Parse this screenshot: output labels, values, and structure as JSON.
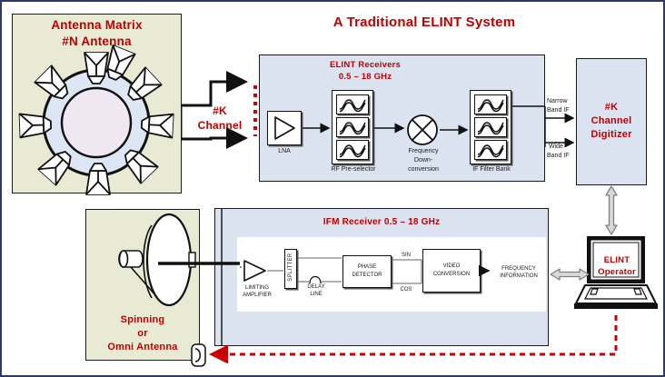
{
  "diagram": {
    "title": "A Traditional ELINT System",
    "accent_color": "#c00000",
    "panel_olive": "#e8ead3",
    "panel_blue": "#dce3f0",
    "border_color": "#2b3a67"
  },
  "antenna_matrix": {
    "title_line1": "Antenna Matrix",
    "title_line2": "#N Antenna",
    "horn_count": 9
  },
  "channel_link": {
    "label_line1": "#K",
    "label_line2": "Channel"
  },
  "elint_receivers": {
    "title_line1": "ELINT Receivers",
    "title_line2": "0.5 – 18 GHz",
    "lna_label": "LNA",
    "rf_preselector_label": "RF Pre-selector",
    "mixer_label_line1": "Frequency",
    "mixer_label_line2": "Down-",
    "mixer_label_line3": "conversion",
    "if_filter_bank_label": "IF Filter Bank",
    "filter_count": 3,
    "if_filter_count": 3
  },
  "if_outputs": {
    "narrow_line1": "Narrow",
    "narrow_line2": "Band IF",
    "wide_line1": "Wide",
    "wide_line2": "Band IF"
  },
  "digitizer": {
    "line1": "#K",
    "line2": "Channel",
    "line3": "Digitizer"
  },
  "ifm_receiver": {
    "title": "IFM Receiver 0.5 – 18 GHz",
    "limiting_amplifier_line1": "LIMITING",
    "limiting_amplifier_line2": "AMPLIFIER",
    "splitter_label": "SPLITTER",
    "delay_line_line1": "DELAY",
    "delay_line_line2": "LINE",
    "phase_detector_line1": "PHASE",
    "phase_detector_line2": "DETECTOR",
    "sin_label": "SIN",
    "cos_label": "COS",
    "video_conversion_line1": "VIDEO",
    "video_conversion_line2": "CONVERSION",
    "frequency_info_line1": "FREQUENCY",
    "frequency_info_line2": "INFORMATION"
  },
  "spinning_antenna": {
    "line1": "Spinning",
    "line2": "or",
    "line3": "Omni Antenna"
  },
  "operator": {
    "line1": "ELINT",
    "line2": "Operator"
  }
}
